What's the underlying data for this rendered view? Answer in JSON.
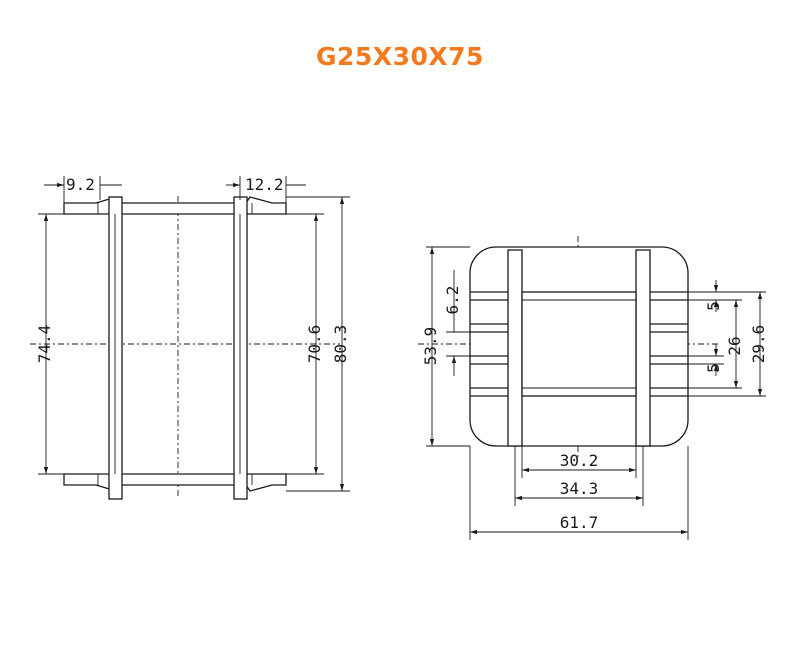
{
  "title": "G25X30X75",
  "side_view": {
    "dims": {
      "top_left_width": "9.2",
      "top_right_width": "12.2",
      "overall_height_inner": "74.4",
      "height_right_inner": "70.6",
      "height_right_outer": "80.3"
    }
  },
  "end_view": {
    "dims": {
      "height_left_outer": "53.9",
      "slot_left": "6.2",
      "slot_right_top": "5",
      "slot_right_bottom": "5",
      "mid_right": "26",
      "height_right_outer": "29.6",
      "width_inner": "30.2",
      "width_mid": "34.3",
      "width_outer": "61.7"
    }
  }
}
